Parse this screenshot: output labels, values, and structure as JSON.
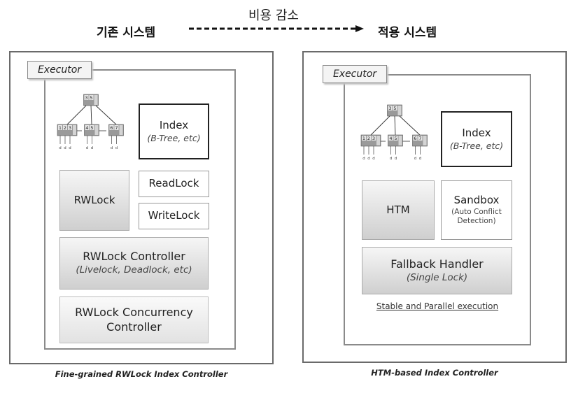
{
  "header": {
    "cost_reduction": "비용 감소",
    "legacy_system": "기존 시스템",
    "applied_system": "적용 시스템"
  },
  "left_panel": {
    "executor": "Executor",
    "index_title": "Index",
    "index_sub": "(B-Tree, etc)",
    "rwlock": "RWLock",
    "readlock": "ReadLock",
    "writelock": "WriteLock",
    "controller_title": "RWLock Controller",
    "controller_sub": "(Livelock, Deadlock, etc)",
    "concurrency_line1": "RWLock Concurrency",
    "concurrency_line2": "Controller",
    "caption": "Fine-grained RWLock Index Controller"
  },
  "right_panel": {
    "executor": "Executor",
    "index_title": "Index",
    "index_sub": "(B-Tree, etc)",
    "htm": "HTM",
    "sandbox_title": "Sandbox",
    "sandbox_sub1": "(Auto Conflict",
    "sandbox_sub2": "Detection)",
    "fallback_title": "Fallback Handler",
    "fallback_sub": "(Single Lock)",
    "stable_link": "Stable and Parallel execution",
    "caption": "HTM-based Index Controller"
  },
  "tree": {
    "root_keys": [
      "3",
      "5"
    ],
    "leaves": [
      [
        "1",
        "2",
        "3"
      ],
      [
        "4",
        "5"
      ],
      [
        "6",
        "7"
      ]
    ],
    "data_label": "d"
  }
}
